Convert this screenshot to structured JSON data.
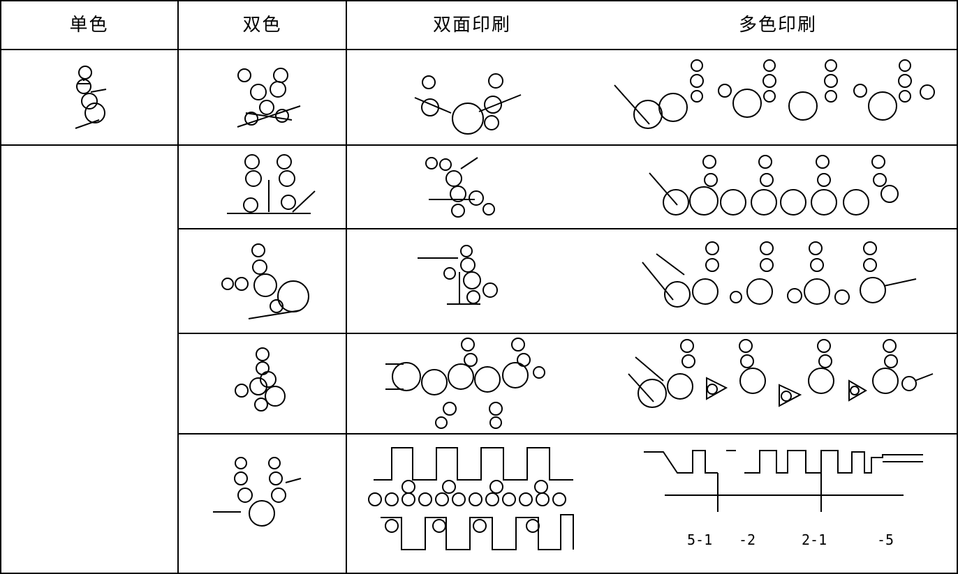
{
  "table": {
    "headers": [
      "单色",
      "双色",
      "双面印刷",
      "多色印刷"
    ],
    "row_count": 6
  },
  "diagram_labels": [
    "5-1",
    "-2",
    "2-1",
    "-5"
  ],
  "colors": {
    "line": "#000000",
    "background": "#ffffff"
  }
}
